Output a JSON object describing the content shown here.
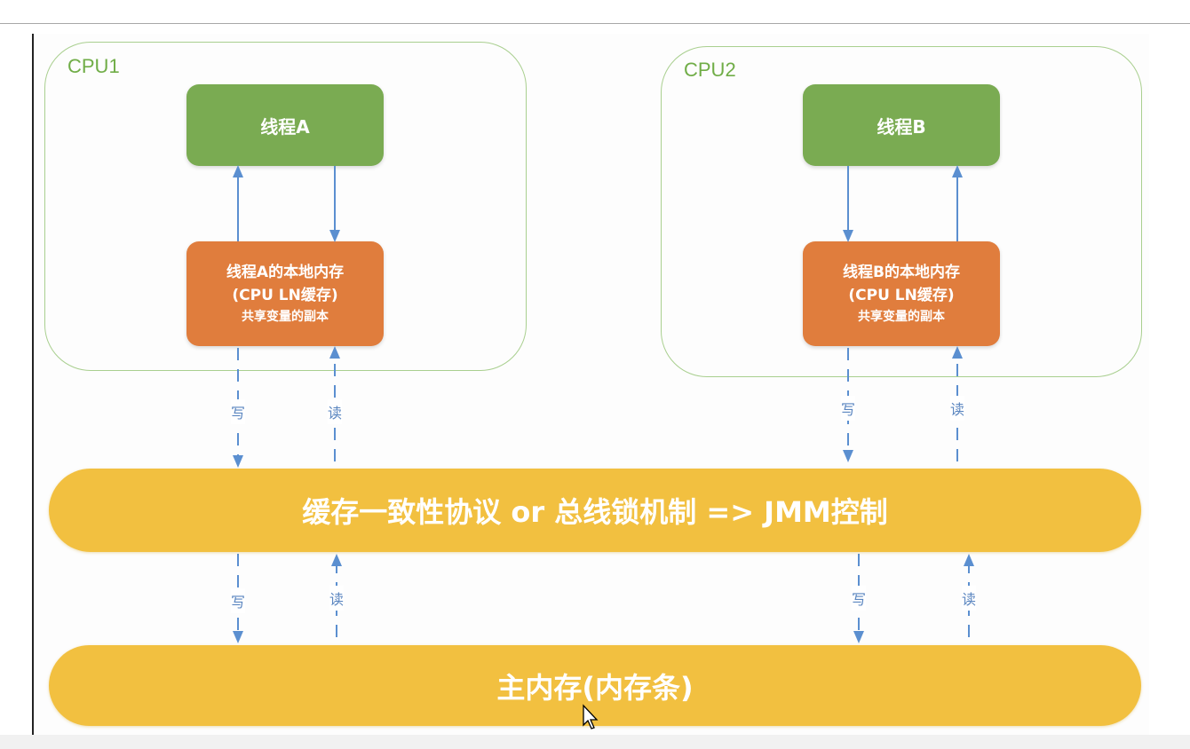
{
  "cpus": [
    {
      "label": "CPU1",
      "thread": "线程A",
      "local_memory": [
        "线程A的本地内存",
        "(CPU LN缓存)",
        "共享变量的副本"
      ]
    },
    {
      "label": "CPU2",
      "thread": "线程B",
      "local_memory": [
        "线程B的本地内存",
        "(CPU LN缓存)",
        "共享变量的副本"
      ]
    }
  ],
  "arrow_labels": {
    "write": "写",
    "read": "读"
  },
  "coherence_band": "缓存一致性协议 or 总线锁机制 => JMM控制",
  "main_memory_band": "主内存(内存条)",
  "colors": {
    "thread": "#7aab52",
    "local": "#e07d3d",
    "band": "#f2c040",
    "arrow": "#5b8fd0",
    "cpu_border": "#a9cf8f"
  }
}
